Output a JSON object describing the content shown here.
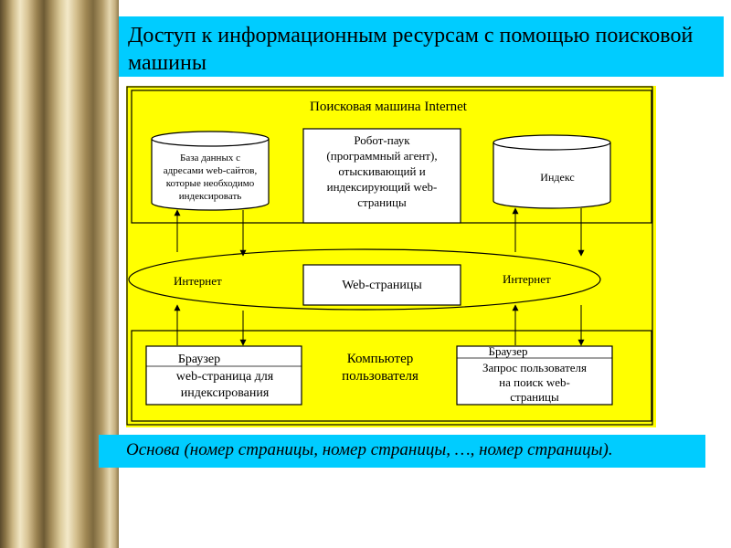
{
  "title": "Доступ к информационным ресурсам с помощью поисковой машины",
  "caption": "Основа (номер страницы, номер страницы,  …, номер страницы).",
  "diagram": {
    "search_engine": "Поисковая машина Internet",
    "database": [
      "База данных с",
      "адресами web-сайтов,",
      "которые необходимо",
      "индексировать"
    ],
    "robot": [
      "Робот-паук",
      "(программный агент),",
      "отыскивающий и",
      "индексирующий web-",
      "страницы"
    ],
    "index": "Индекс",
    "internet_left": "Интернет",
    "web_pages": "Web-страницы",
    "internet_right": "Интернет",
    "user_computer": [
      "Компьютер",
      "пользователя"
    ],
    "browser_left": [
      "Браузер",
      "web-страница для",
      "индексирования"
    ],
    "browser_right": [
      "Браузер",
      "Запрос пользователя",
      "на поиск web-",
      "страницы"
    ]
  }
}
